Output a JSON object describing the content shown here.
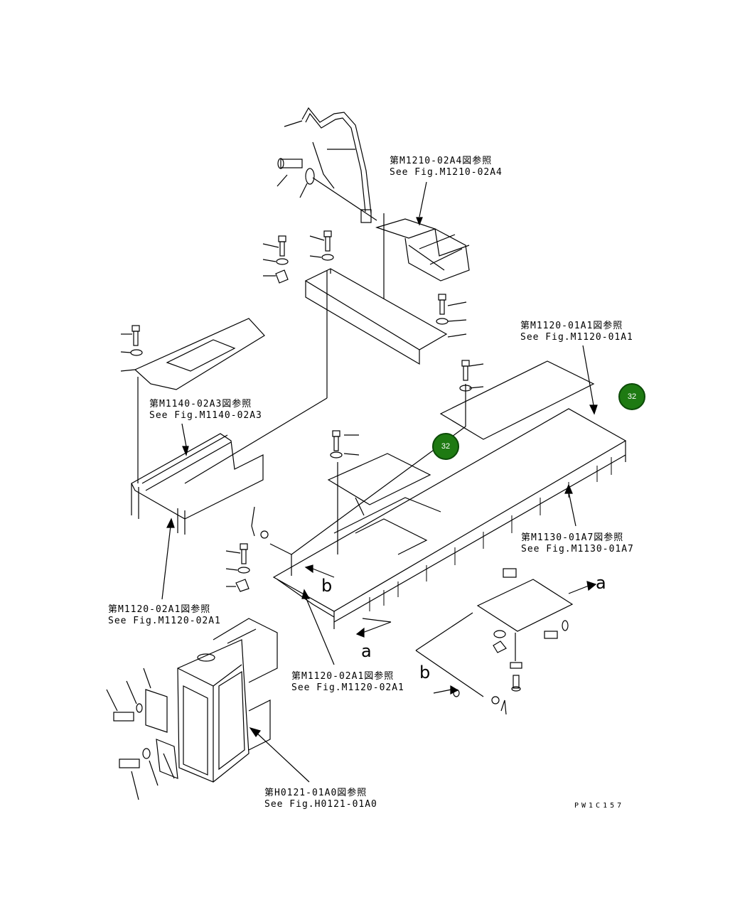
{
  "references": [
    {
      "jp": "第M1210-02A4図参照",
      "en": "See Fig.M1210-02A4"
    },
    {
      "jp": "第M1120-01A1図参照",
      "en": "See Fig.M1120-01A1"
    },
    {
      "jp": "第M1140-02A3図参照",
      "en": "See Fig.M1140-02A3"
    },
    {
      "jp": "第M1130-01A7図参照",
      "en": "See Fig.M1130-01A7"
    },
    {
      "jp": "第M1120-02A1図参照",
      "en": "See Fig.M1120-02A1"
    },
    {
      "jp": "第M1120-02A1図参照",
      "en": "See Fig.M1120-02A1"
    },
    {
      "jp": "第H0121-01A0図参照",
      "en": "See Fig.H0121-01A0"
    }
  ],
  "callouts": [
    "32",
    "32"
  ],
  "view_letters": {
    "a1": "a",
    "a2": "a",
    "b1": "b",
    "b2": "b"
  },
  "drawing_number": "PW1C157",
  "colors": {
    "callout_fill": "#1e7a12",
    "line": "#000000"
  }
}
